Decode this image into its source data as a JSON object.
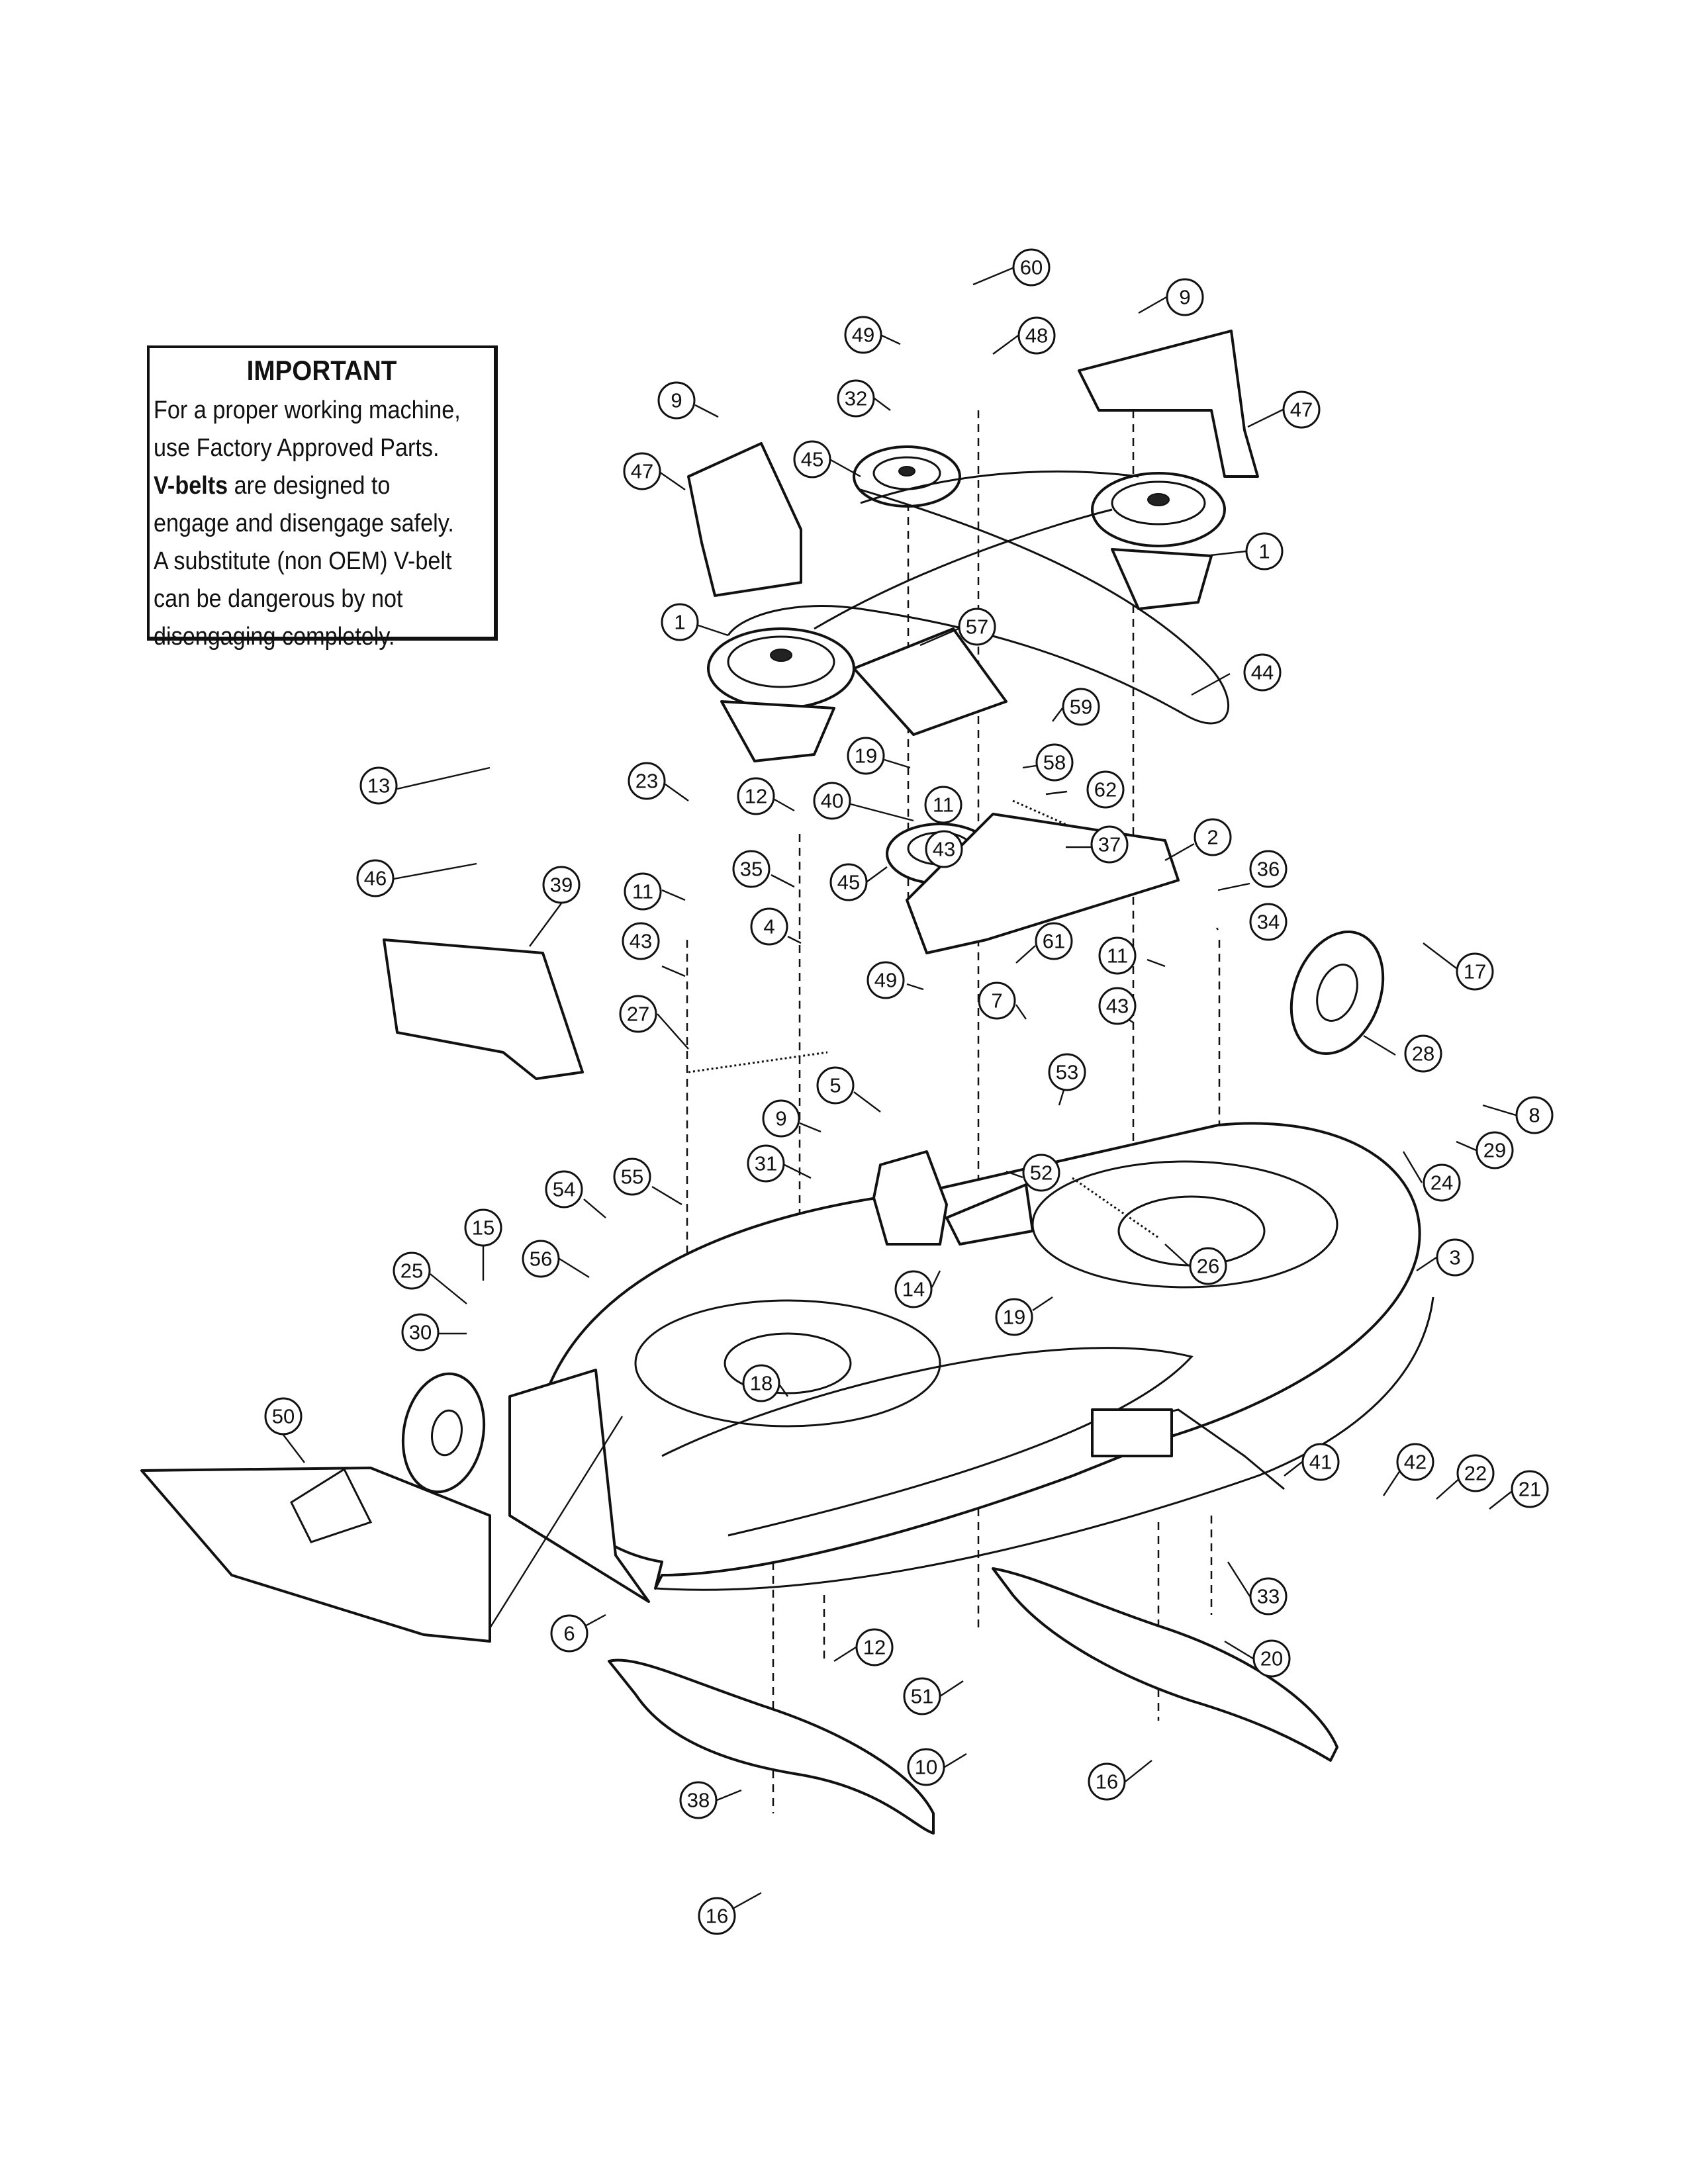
{
  "notice": {
    "title": "IMPORTANT",
    "line1": "For a proper working machine,",
    "line2": "use Factory Approved Parts.",
    "line3_bold": "V-belts",
    "line3_rest": " are designed to",
    "line4": "engage and disengage safely.",
    "line5": "A substitute (non OEM) V-belt",
    "line6": "can be dangerous by not",
    "line7": "disengaging completely."
  },
  "callouts": [
    {
      "id": "c60",
      "label": "60"
    },
    {
      "id": "c9a",
      "label": "9"
    },
    {
      "id": "c49a",
      "label": "49"
    },
    {
      "id": "c48",
      "label": "48"
    },
    {
      "id": "c9b",
      "label": "9"
    },
    {
      "id": "c32",
      "label": "32"
    },
    {
      "id": "c47a",
      "label": "47"
    },
    {
      "id": "c45a",
      "label": "45"
    },
    {
      "id": "c47b",
      "label": "47"
    },
    {
      "id": "c1a",
      "label": "1"
    },
    {
      "id": "c1b",
      "label": "1"
    },
    {
      "id": "c57",
      "label": "57"
    },
    {
      "id": "c44",
      "label": "44"
    },
    {
      "id": "c59",
      "label": "59"
    },
    {
      "id": "c19a",
      "label": "19"
    },
    {
      "id": "c58",
      "label": "58"
    },
    {
      "id": "c13",
      "label": "13"
    },
    {
      "id": "c23",
      "label": "23"
    },
    {
      "id": "c12a",
      "label": "12"
    },
    {
      "id": "c40",
      "label": "40"
    },
    {
      "id": "c11a",
      "label": "11"
    },
    {
      "id": "c62",
      "label": "62"
    },
    {
      "id": "c43a",
      "label": "43"
    },
    {
      "id": "c37",
      "label": "37"
    },
    {
      "id": "c2",
      "label": "2"
    },
    {
      "id": "c46",
      "label": "46"
    },
    {
      "id": "c39",
      "label": "39"
    },
    {
      "id": "c35",
      "label": "35"
    },
    {
      "id": "c45b",
      "label": "45"
    },
    {
      "id": "c36",
      "label": "36"
    },
    {
      "id": "c11b",
      "label": "11"
    },
    {
      "id": "c4",
      "label": "4"
    },
    {
      "id": "c34",
      "label": "34"
    },
    {
      "id": "c43b",
      "label": "43"
    },
    {
      "id": "c61",
      "label": "61"
    },
    {
      "id": "c11c",
      "label": "11"
    },
    {
      "id": "c17",
      "label": "17"
    },
    {
      "id": "c49b",
      "label": "49"
    },
    {
      "id": "c7",
      "label": "7"
    },
    {
      "id": "c43c",
      "label": "43"
    },
    {
      "id": "c27",
      "label": "27"
    },
    {
      "id": "c28",
      "label": "28"
    },
    {
      "id": "c53",
      "label": "53"
    },
    {
      "id": "c5",
      "label": "5"
    },
    {
      "id": "c8",
      "label": "8"
    },
    {
      "id": "c9c",
      "label": "9"
    },
    {
      "id": "c29",
      "label": "29"
    },
    {
      "id": "c31",
      "label": "31"
    },
    {
      "id": "c52",
      "label": "52"
    },
    {
      "id": "c24",
      "label": "24"
    },
    {
      "id": "c54",
      "label": "54"
    },
    {
      "id": "c55",
      "label": "55"
    },
    {
      "id": "c15",
      "label": "15"
    },
    {
      "id": "c3",
      "label": "3"
    },
    {
      "id": "c56",
      "label": "56"
    },
    {
      "id": "c26",
      "label": "26"
    },
    {
      "id": "c25",
      "label": "25"
    },
    {
      "id": "c14",
      "label": "14"
    },
    {
      "id": "c19b",
      "label": "19"
    },
    {
      "id": "c30",
      "label": "30"
    },
    {
      "id": "c18",
      "label": "18"
    },
    {
      "id": "c50",
      "label": "50"
    },
    {
      "id": "c41",
      "label": "41"
    },
    {
      "id": "c42",
      "label": "42"
    },
    {
      "id": "c22",
      "label": "22"
    },
    {
      "id": "c21",
      "label": "21"
    },
    {
      "id": "c33",
      "label": "33"
    },
    {
      "id": "c6",
      "label": "6"
    },
    {
      "id": "c12b",
      "label": "12"
    },
    {
      "id": "c20",
      "label": "20"
    },
    {
      "id": "c51",
      "label": "51"
    },
    {
      "id": "c16a",
      "label": "16"
    },
    {
      "id": "c10",
      "label": "10"
    },
    {
      "id": "c38",
      "label": "38"
    },
    {
      "id": "c16b",
      "label": "16"
    }
  ]
}
